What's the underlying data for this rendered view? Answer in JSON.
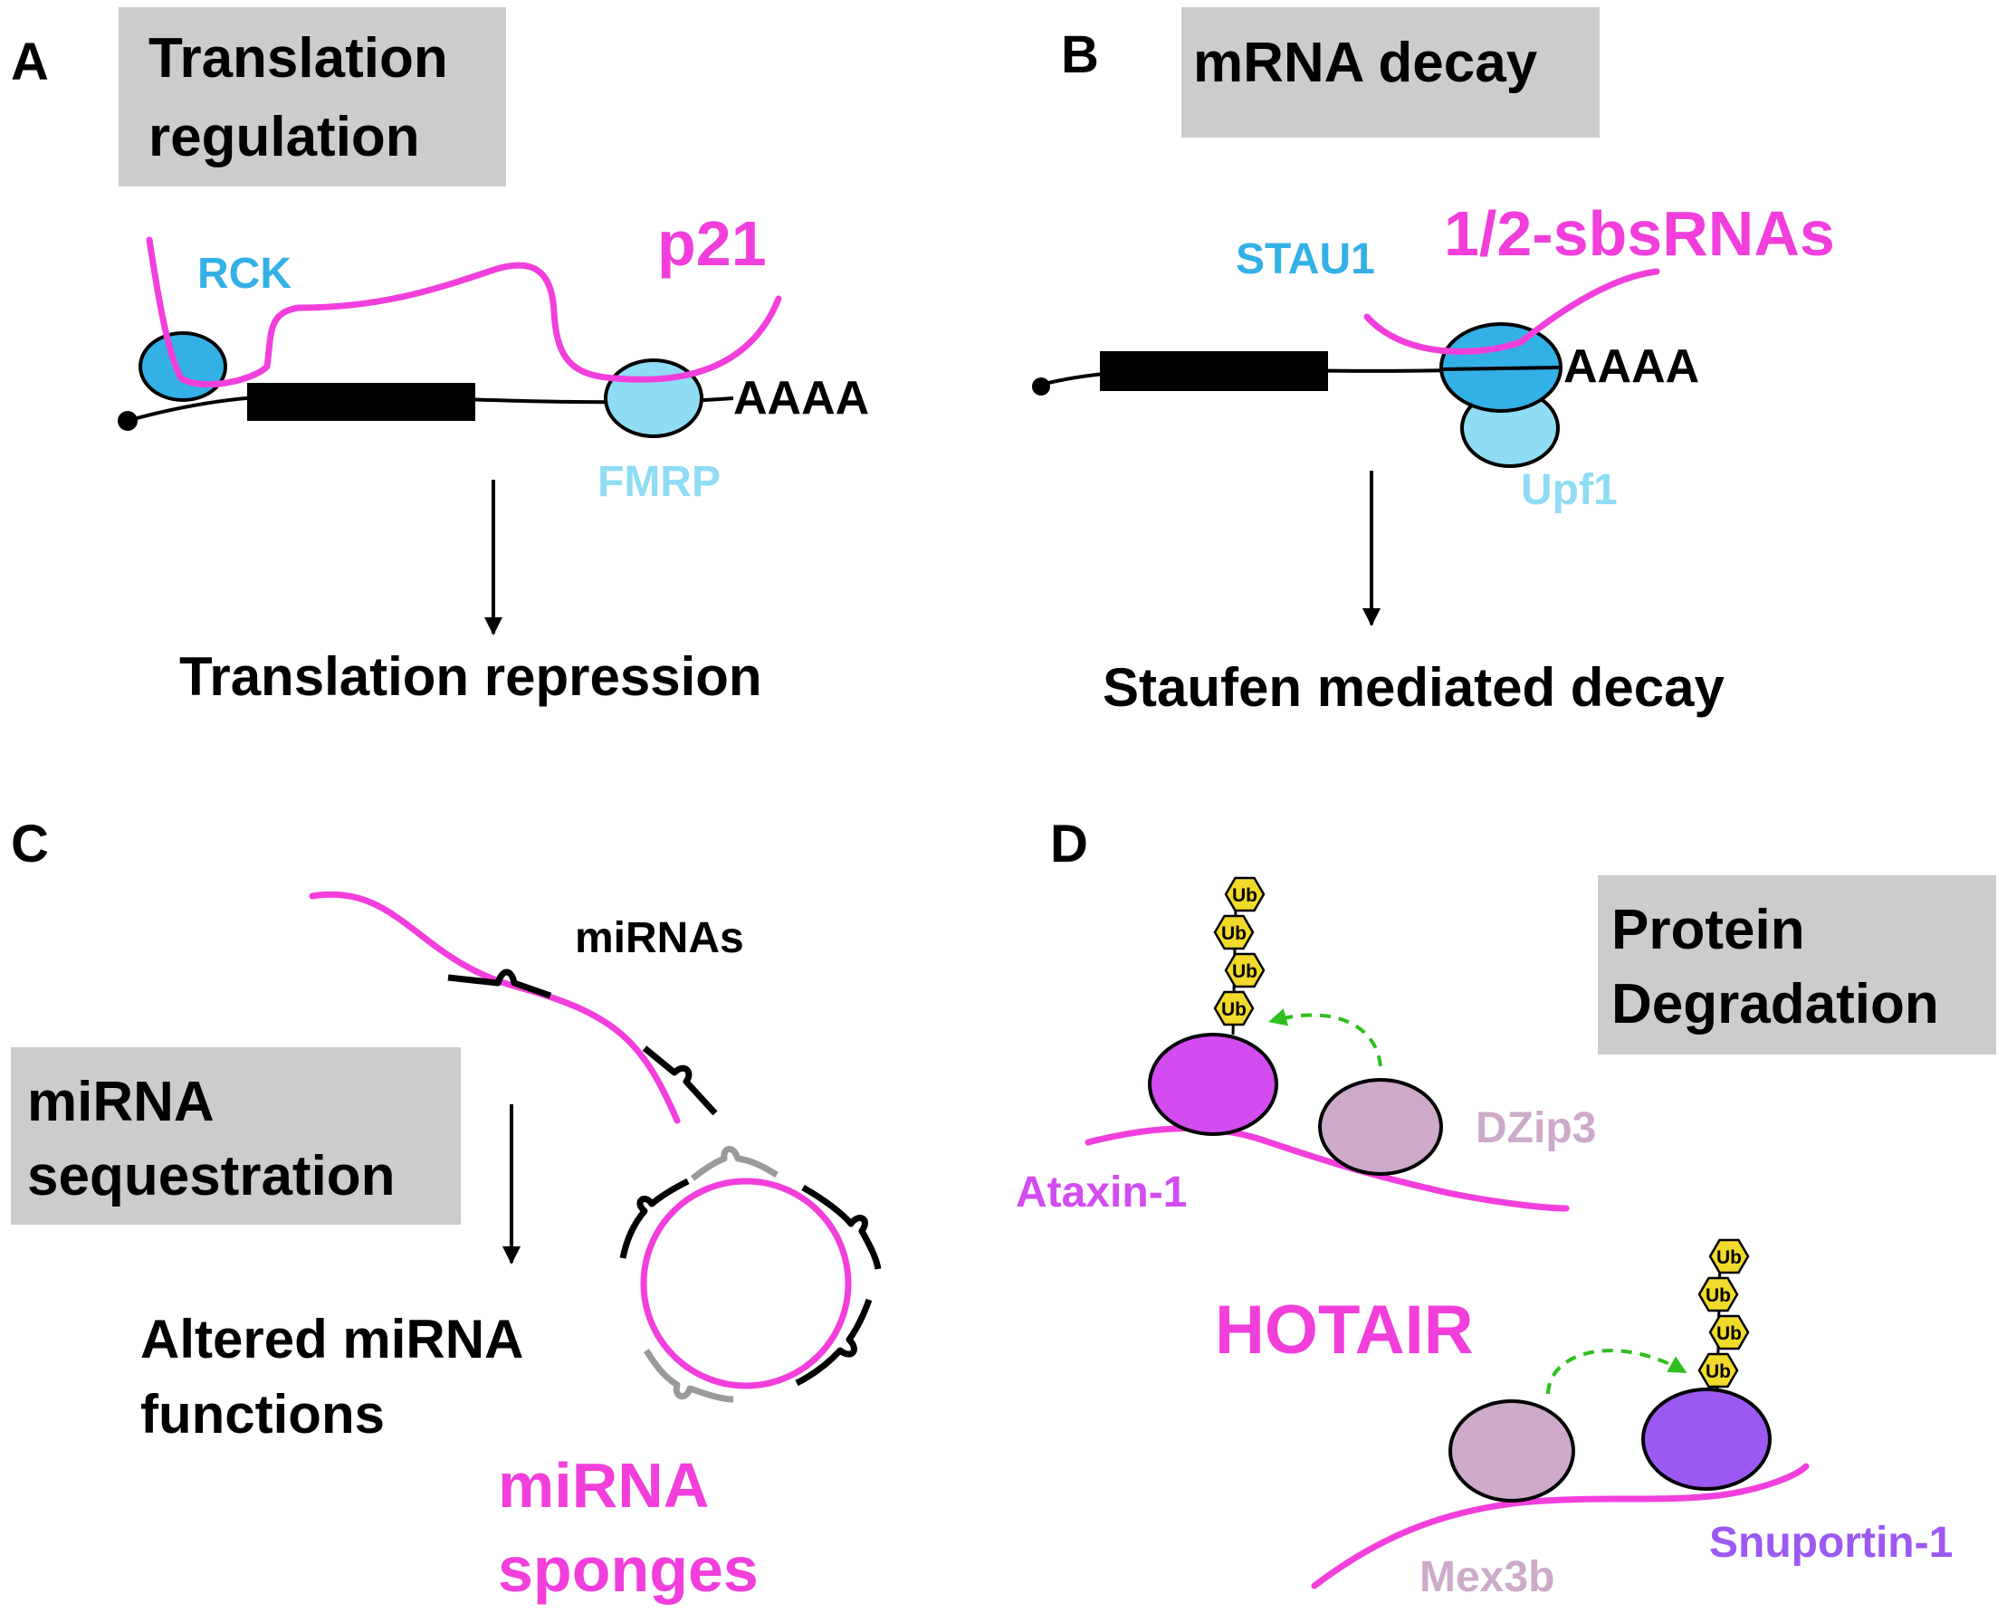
{
  "colors": {
    "magenta": "#f23fdc",
    "blue": "#33b0e6",
    "light_blue": "#8fdcf4",
    "grey_box": "#cccccc",
    "black": "#000000",
    "violet": "#d24cf0",
    "pink_grey": "#cdaac9",
    "purple": "#9c59f2",
    "ub_yellow": "#f2da2a",
    "green": "#2fbf1e",
    "sponge_grey": "#9a9a9a"
  },
  "panels": {
    "a": {
      "letter": "A",
      "title_line1": "Translation",
      "title_line2": "regulation",
      "rna_label": "p21",
      "protein1": "RCK",
      "protein2": "FMRP",
      "polya": "AAAA",
      "outcome": "Translation repression"
    },
    "b": {
      "letter": "B",
      "title": "mRNA decay",
      "rna_label": "1/2-sbsRNAs",
      "protein1": "STAU1",
      "protein2": "Upf1",
      "polya": "AAAA",
      "outcome": "Staufen mediated decay"
    },
    "c": {
      "letter": "C",
      "mirnas_label": "miRNAs",
      "box_line1": "miRNA",
      "box_line2": "sequestration",
      "outcome_line1": "Altered miRNA",
      "outcome_line2": "functions",
      "sponge_line1": "miRNA",
      "sponge_line2": "sponges"
    },
    "d": {
      "letter": "D",
      "box_line1": "Protein",
      "box_line2": "Degradation",
      "lncrna": "HOTAIR",
      "protein_ataxin": "Ataxin-1",
      "protein_dzip3": "DZip3",
      "protein_mex3b": "Mex3b",
      "protein_snuportin": "Snuportin-1",
      "ub": "Ub"
    }
  }
}
